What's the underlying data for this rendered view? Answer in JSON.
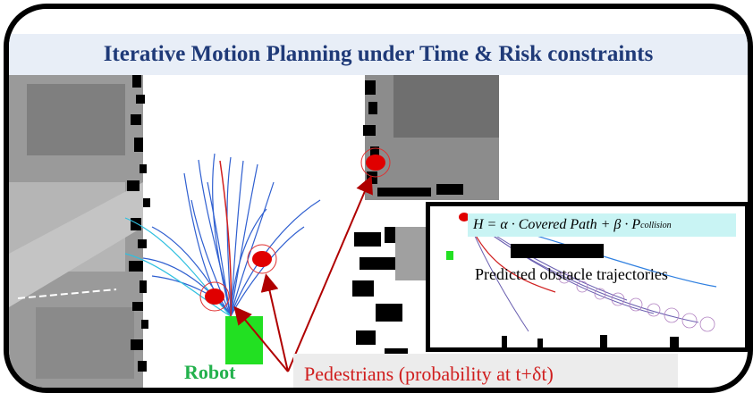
{
  "title": "Iterative Motion Planning under Time & Risk constraints",
  "inset": {
    "formula_prefix": "H = α · Covered Path + β · P",
    "formula_subscript": "collision",
    "label": "Predicted obstacle trajectories"
  },
  "labels": {
    "robot": "Robot",
    "pedestrians": "Pedestrians (probability at t+δt)"
  },
  "colors": {
    "title": "#1f3a78",
    "robot": "#22b14c",
    "pedestrian": "#e00000",
    "arrow": "#b00000",
    "trajectory": "#2f5fd0"
  }
}
